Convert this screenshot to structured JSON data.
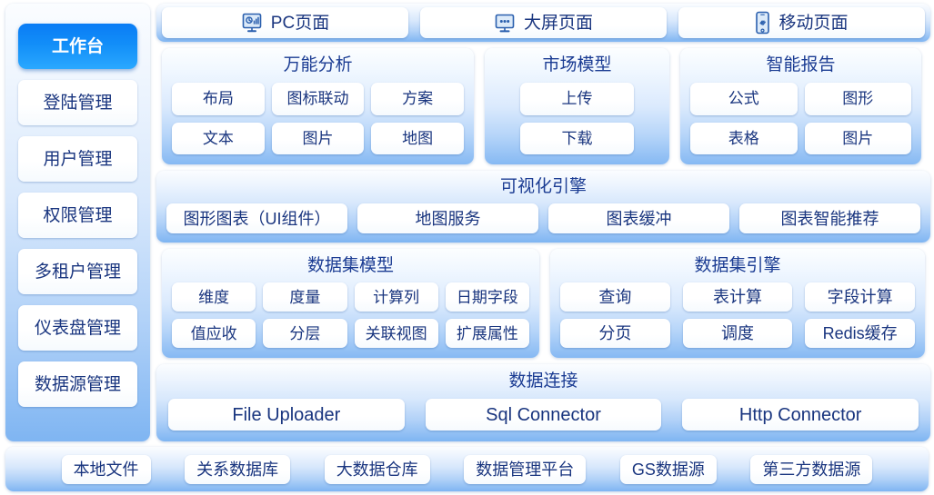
{
  "sidebar": {
    "items": [
      {
        "label": "工作台",
        "active": true
      },
      {
        "label": "登陆管理",
        "active": false
      },
      {
        "label": "用户管理",
        "active": false
      },
      {
        "label": "权限管理",
        "active": false
      },
      {
        "label": "多租户管理",
        "active": false
      },
      {
        "label": "仪表盘管理",
        "active": false
      },
      {
        "label": "数据源管理",
        "active": false
      }
    ]
  },
  "tabs": [
    {
      "label": "PC页面",
      "icon": "monitor-chart-icon"
    },
    {
      "label": "大屏页面",
      "icon": "bigscreen-dots-icon"
    },
    {
      "label": "移动页面",
      "icon": "mobile-phone-icon"
    }
  ],
  "apps": [
    {
      "title": "万能分析",
      "rows": [
        [
          "布局",
          "图标联动",
          "方案"
        ],
        [
          "文本",
          "图片",
          "地图"
        ]
      ]
    },
    {
      "title": "市场模型",
      "rows": [
        [
          "上传"
        ],
        [
          "下载"
        ]
      ]
    },
    {
      "title": "智能报告",
      "rows": [
        [
          "公式",
          "图形"
        ],
        [
          "表格",
          "图片"
        ]
      ]
    }
  ],
  "visualization": {
    "title": "可视化引擎",
    "items": [
      "图形图表（UI组件）",
      "地图服务",
      "图表缓冲",
      "图表智能推荐"
    ]
  },
  "dataset_model": {
    "title": "数据集模型",
    "rows": [
      [
        "维度",
        "度量",
        "计算列",
        "日期字段"
      ],
      [
        "值应收",
        "分层",
        "关联视图",
        "扩展属性"
      ]
    ]
  },
  "dataset_engine": {
    "title": "数据集引擎",
    "rows": [
      [
        "查询",
        "表计算",
        "字段计算"
      ],
      [
        "分页",
        "调度",
        "Redis缓存"
      ]
    ]
  },
  "data_connection": {
    "title": "数据连接",
    "items": [
      "File Uploader",
      "Sql Connector",
      "Http Connector"
    ]
  },
  "data_sources": [
    "本地文件",
    "关系数据库",
    "大数据仓库",
    "数据管理平台",
    "GS数据源",
    "第三方数据源"
  ],
  "colors": {
    "accent": "#0a7cf5",
    "text_navy": "#19357f",
    "title_navy": "#1b3c93",
    "panel_top": "#fbfdff",
    "panel_bottom": "#7fb5f2",
    "chip_white": "#ffffff",
    "page_background": "#ffffff"
  }
}
